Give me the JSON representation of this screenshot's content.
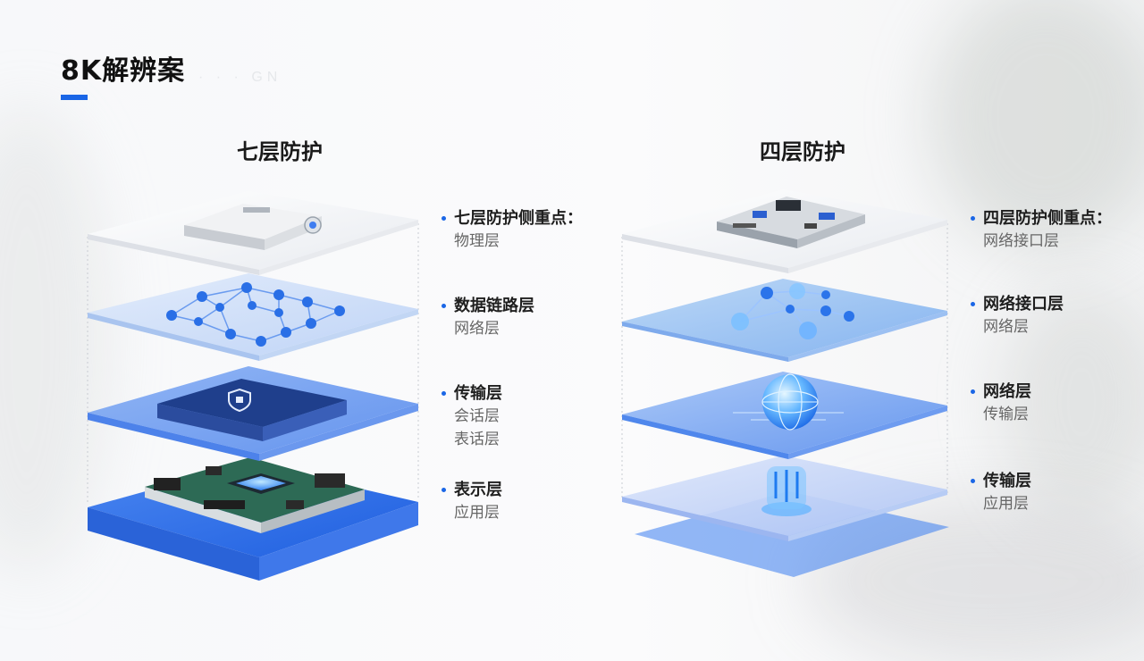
{
  "page": {
    "title": "8K解辨案"
  },
  "columns": [
    {
      "title": "七层防护",
      "layers": [
        {
          "head": "七层防护侧重点：",
          "subs": [
            "物理层"
          ]
        },
        {
          "head": "数据链路层",
          "subs": [
            "网络层"
          ]
        },
        {
          "head": "传输层",
          "subs": [
            "会话层",
            "表话层"
          ]
        },
        {
          "head": "表示层",
          "subs": [
            "应用层"
          ]
        }
      ]
    },
    {
      "title": "四层防护",
      "layers": [
        {
          "head": "四层防护侧重点：",
          "subs": [
            "网络接口层"
          ]
        },
        {
          "head": "网络接口层",
          "subs": [
            "网络层"
          ]
        },
        {
          "head": "网络层",
          "subs": [
            "传输层"
          ]
        },
        {
          "head": "传输层",
          "subs": [
            "应用层"
          ]
        }
      ]
    }
  ],
  "colors": {
    "accent": "#1a66e6",
    "layer_dark": "#2f6fe8",
    "layer_light": "#dfe8f6"
  },
  "icons": [
    "projector-icon",
    "network-nodes-icon",
    "security-box-icon",
    "circuit-board-icon",
    "server-board-icon",
    "molecule-network-icon",
    "globe-icon",
    "data-pillar-icon"
  ]
}
